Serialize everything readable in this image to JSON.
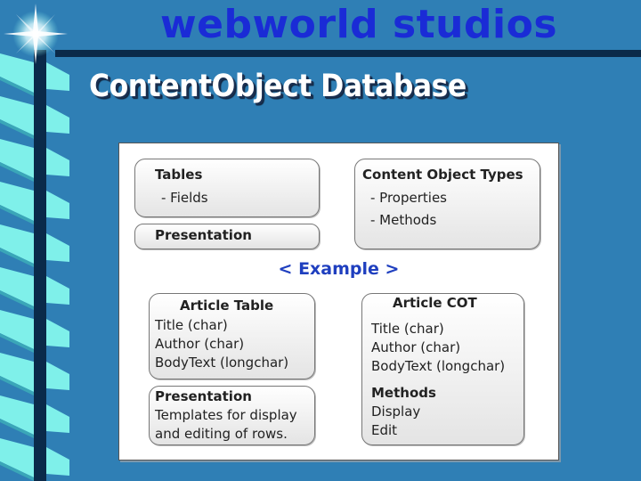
{
  "header": {
    "brand": "webworld studios",
    "title": "ContentObject Database"
  },
  "diagram": {
    "tables": {
      "title": "Tables",
      "item": "- Fields"
    },
    "presentation": "Presentation",
    "cot": {
      "title": "Content Object Types",
      "items": [
        "- Properties",
        "- Methods"
      ]
    },
    "example": "< Example >",
    "article_table": {
      "title": "Article Table",
      "fields": [
        "Title (char)",
        "Author (char)",
        "BodyText (longchar)"
      ]
    },
    "presentation_example": {
      "title": "Presentation",
      "lines": [
        "Templates for display",
        "and editing of rows."
      ]
    },
    "article_cot": {
      "title": "Article COT",
      "fields": [
        "Title (char)",
        "Author (char)",
        "BodyText (longchar)"
      ],
      "methods_title": "Methods",
      "methods": [
        "Display",
        "Edit"
      ]
    }
  },
  "colors": {
    "background": "#2f7fb5",
    "brand_text": "#1a2bd6",
    "example_text": "#1f3fbf",
    "ornament_cyan": "#7ff0ea",
    "ornament_dark": "#0a2a4a"
  }
}
